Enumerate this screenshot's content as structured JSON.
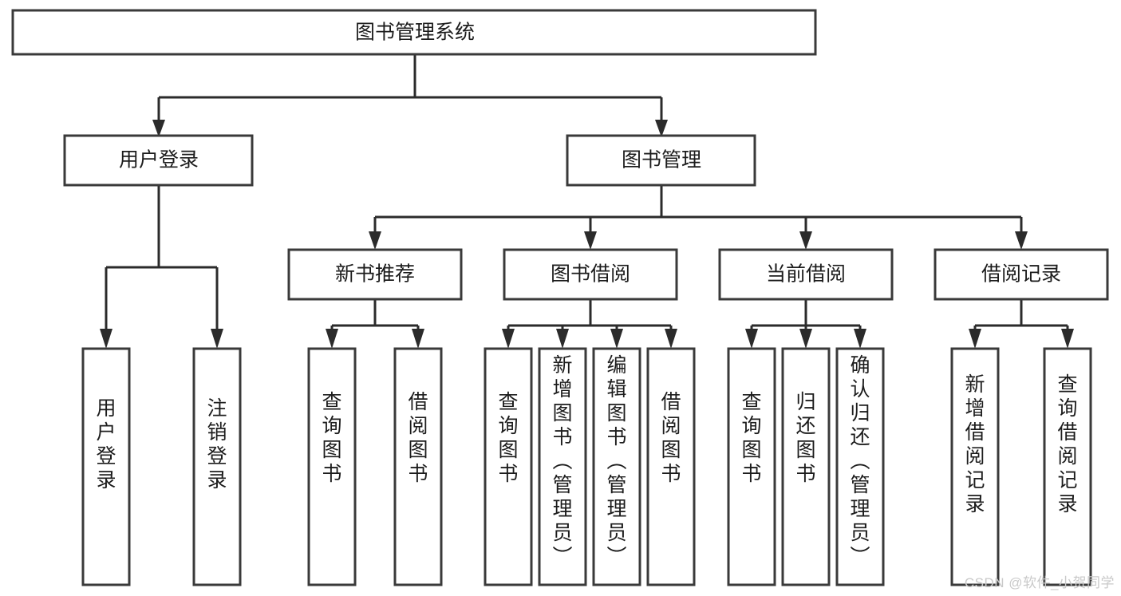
{
  "diagram": {
    "type": "tree",
    "title": "图书管理系统",
    "orientation": "top-down",
    "colors": {
      "box_stroke": "#3a3a3a",
      "box_fill": "#ffffff",
      "connector": "#2b2b2b",
      "text": "#1c1c1c",
      "watermark": "#c9c9c9",
      "background": "#ffffff"
    },
    "root": {
      "label": "图书管理系统"
    },
    "level2": [
      {
        "label": "用户登录"
      },
      {
        "label": "图书管理"
      }
    ],
    "level3": [
      {
        "label": "新书推荐"
      },
      {
        "label": "图书借阅"
      },
      {
        "label": "当前借阅"
      },
      {
        "label": "借阅记录"
      }
    ],
    "leaves": {
      "user_login": [
        {
          "label": "用户登录"
        },
        {
          "label": "注销登录"
        }
      ],
      "new_book_recommend": [
        {
          "label": "查询图书"
        },
        {
          "label": "借阅图书"
        }
      ],
      "book_borrow": [
        {
          "label": "查询图书"
        },
        {
          "label": "新增图书（管理员）"
        },
        {
          "label": "编辑图书（管理员）"
        },
        {
          "label": "借阅图书"
        }
      ],
      "current_borrow": [
        {
          "label": "查询图书"
        },
        {
          "label": "归还图书"
        },
        {
          "label": "确认归还（管理员）"
        }
      ],
      "borrow_record": [
        {
          "label": "新增借阅记录"
        },
        {
          "label": "查询借阅记录"
        }
      ]
    }
  },
  "watermark": {
    "text": "CSDN @软件_小贺同学"
  }
}
